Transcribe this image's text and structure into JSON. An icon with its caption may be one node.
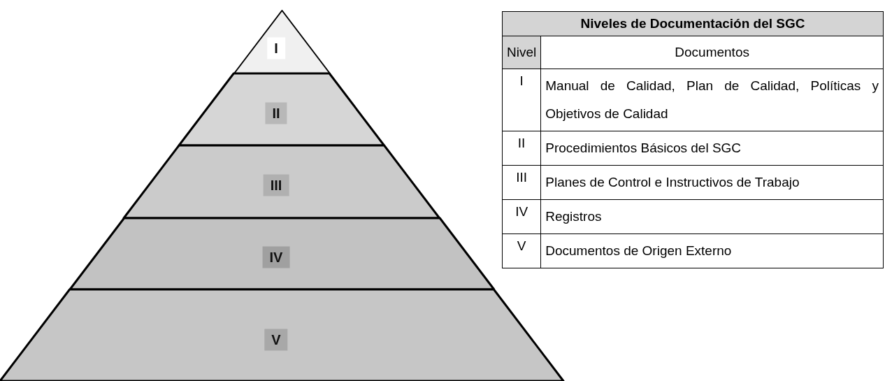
{
  "diagram": {
    "nodes": [
      {
        "text": [
          "I"
        ]
      },
      {
        "text": [
          "II"
        ]
      },
      {
        "text": [
          "III"
        ]
      },
      {
        "text": [
          "IV"
        ]
      },
      {
        "text": [
          "V"
        ]
      }
    ],
    "labels": [
      "Niveles de Documentación del SGC",
      "Nivel",
      "Documentos",
      "I",
      "Manual de Calidad, Plan de Calidad, Políticas y Objetivos de Calidad",
      "II",
      "Procedimientos Básicos del SGC",
      "III",
      "Planes de Control e Instructivos de Trabajo",
      "IV",
      "Registros",
      "V",
      "Documentos de Origen Externo"
    ]
  }
}
